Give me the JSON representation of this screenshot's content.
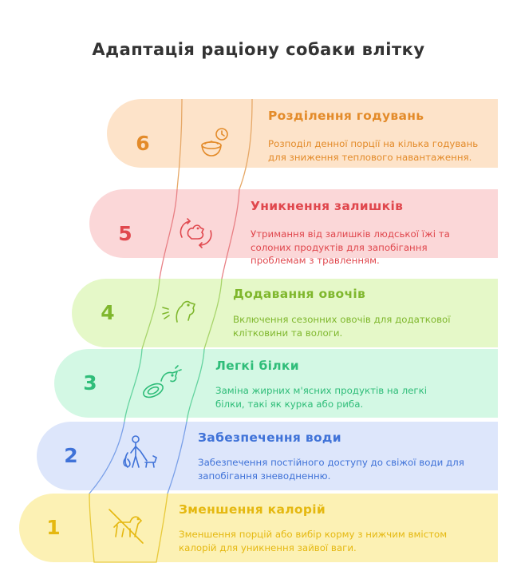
{
  "title": "Адаптація раціону собаки влітку",
  "steps": [
    {
      "number": "1",
      "heading": "Зменшення калорій",
      "description": "Зменшення порцій або вибір корму з нижчим вмістом калорій для уникнення зайвої ваги.",
      "icon": "no-dog-icon",
      "bg": "#fcf1b4",
      "color": "#e5b810"
    },
    {
      "number": "2",
      "heading": "Забезпечення води",
      "description": "Забезпечення постійного доступу до свіжої води для запобігання зневодненню.",
      "icon": "person-walking-dog-icon",
      "bg": "#dde6fb",
      "color": "#3f72d8"
    },
    {
      "number": "3",
      "heading": "Легкі білки",
      "description": "Заміна жирних м'ясних продуктів на легкі білки, такі як курка або риба.",
      "icon": "dog-with-bowl-icon",
      "bg": "#d3f8e4",
      "color": "#2fbd79"
    },
    {
      "number": "4",
      "heading": "Додавання овочів",
      "description": "Включення сезонних овочів для додаткової клітковини та вологи.",
      "icon": "barking-dog-icon",
      "bg": "#e5f8c8",
      "color": "#7fb72d"
    },
    {
      "number": "5",
      "heading": "Уникнення залишків",
      "description": "Утримання від залишків людської їжі та солоних продуктів для запобігання проблемам з травленням.",
      "icon": "dog-bowl-cycle-icon",
      "bg": "#fbd7d8",
      "color": "#e0474d"
    },
    {
      "number": "6",
      "heading": "Розділення годувань",
      "description": "Розподіл денної порції на кілька годувань для зниження теплового навантаження.",
      "icon": "bowl-with-clock-icon",
      "bg": "#fde3c9",
      "color": "#e38b2a"
    }
  ]
}
